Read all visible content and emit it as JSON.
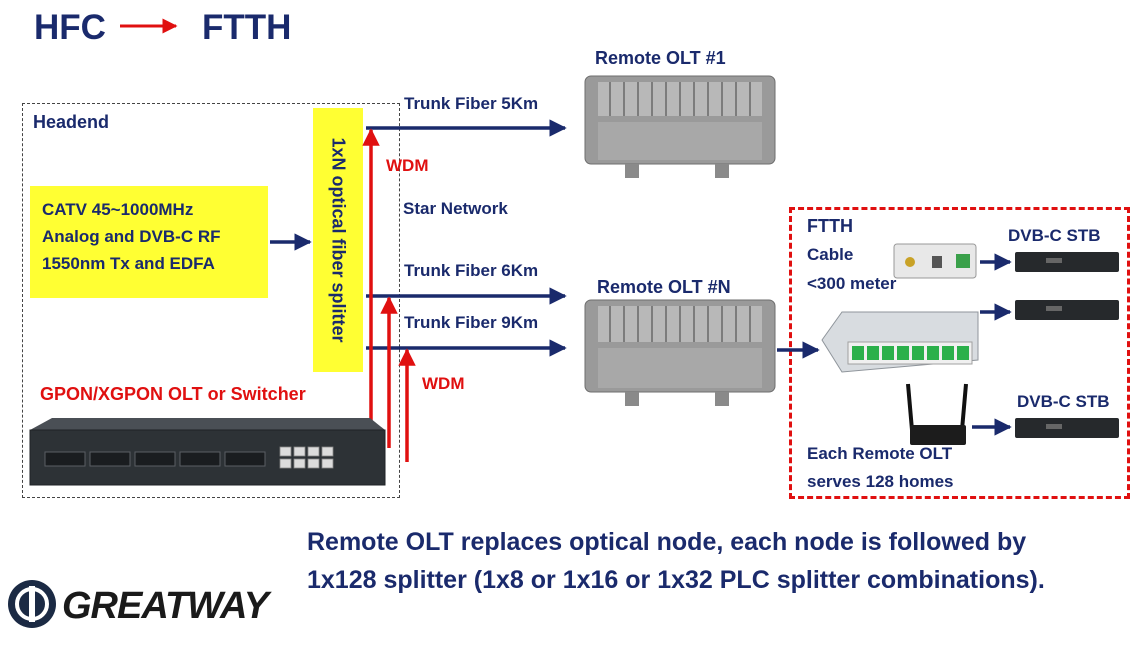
{
  "title": {
    "left": "HFC",
    "right": "FTTH"
  },
  "headend": {
    "label": "Headend",
    "catv_lines": [
      "CATV  45~1000MHz",
      "Analog and DVB-C RF",
      "1550nm Tx and EDFA"
    ],
    "splitter_label": "1xN optical fiber splitter",
    "olt_label": "GPON/XGPON OLT or Switcher"
  },
  "links": {
    "trunk_1": "Trunk Fiber 5Km",
    "trunk_2": "Trunk Fiber 6Km",
    "trunk_3": "Trunk Fiber 9Km",
    "star_network": "Star Network",
    "wdm_top": "WDM",
    "wdm_bottom": "WDM"
  },
  "remote_olt": {
    "first": "Remote OLT #1",
    "nth": "Remote OLT #N"
  },
  "ftth": {
    "title": "FTTH",
    "cable_lines": [
      "Cable",
      "<300 meter"
    ],
    "stb_top": "DVB-C STB",
    "stb_bottom": "DVB-C STB",
    "note_lines": [
      "Each Remote OLT",
      "serves 128 homes"
    ]
  },
  "footer": [
    "Remote OLT replaces optical node, each node is followed by",
    "1x128 splitter (1x8 or 1x16 or 1x32 PLC splitter combinations)."
  ],
  "logo": "GREATWAY",
  "colors": {
    "navy": "#1a2a6c",
    "red": "#e01010",
    "yellow": "#ffff33"
  }
}
